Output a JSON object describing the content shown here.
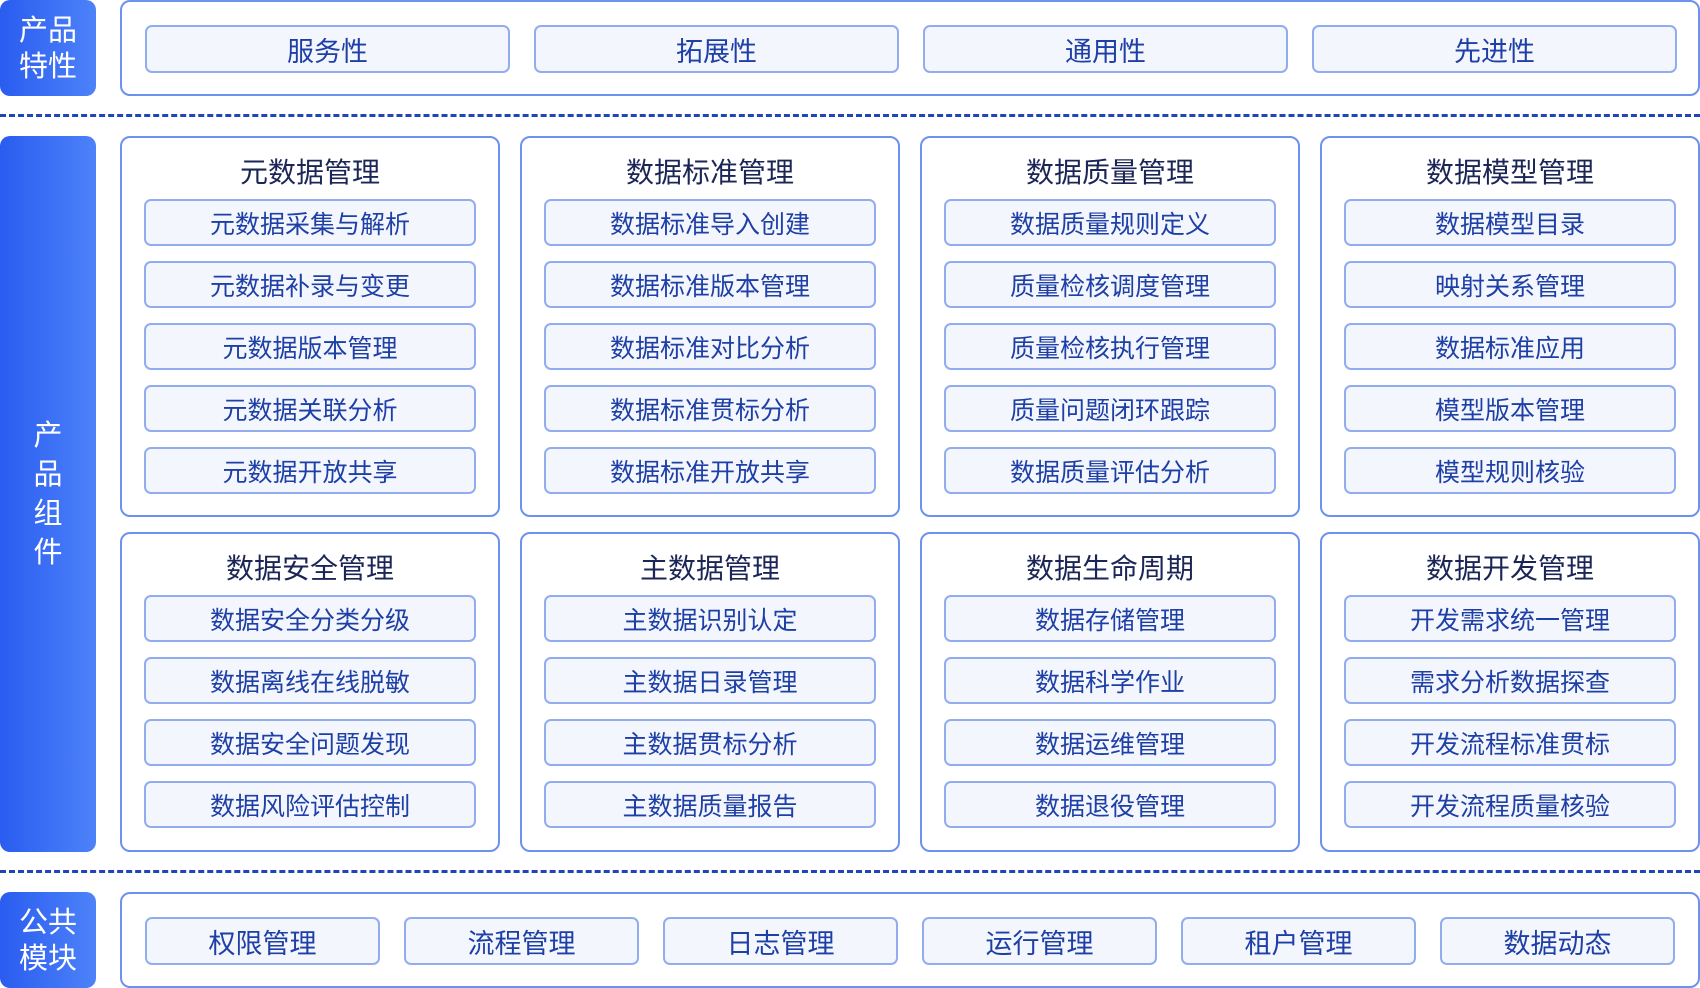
{
  "features": {
    "label": "产品特性",
    "items": [
      "服务性",
      "拓展性",
      "通用性",
      "先进性"
    ]
  },
  "components": {
    "label": "产品组件",
    "groups": [
      {
        "title": "元数据管理",
        "items": [
          "元数据采集与解析",
          "元数据补录与变更",
          "元数据版本管理",
          "元数据关联分析",
          "元数据开放共享"
        ]
      },
      {
        "title": "数据标准管理",
        "items": [
          "数据标准导入创建",
          "数据标准版本管理",
          "数据标准对比分析",
          "数据标准贯标分析",
          "数据标准开放共享"
        ]
      },
      {
        "title": "数据质量管理",
        "items": [
          "数据质量规则定义",
          "质量检核调度管理",
          "质量检核执行管理",
          "质量问题闭环跟踪",
          "数据质量评估分析"
        ]
      },
      {
        "title": "数据模型管理",
        "items": [
          "数据模型目录",
          "映射关系管理",
          "数据标准应用",
          "模型版本管理",
          "模型规则核验"
        ]
      },
      {
        "title": "数据安全管理",
        "items": [
          "数据安全分类分级",
          "数据离线在线脱敏",
          "数据安全问题发现",
          "数据风险评估控制"
        ]
      },
      {
        "title": "主数据管理",
        "items": [
          "主数据识别认定",
          "主数据日录管理",
          "主数据贯标分析",
          "主数据质量报告"
        ]
      },
      {
        "title": "数据生命周期",
        "items": [
          "数据存储管理",
          "数据科学作业",
          "数据运维管理",
          "数据退役管理"
        ]
      },
      {
        "title": "数据开发管理",
        "items": [
          "开发需求统一管理",
          "需求分析数据探查",
          "开发流程标准贯标",
          "开发流程质量核验"
        ]
      }
    ]
  },
  "common": {
    "label": "公共模块",
    "items": [
      "权限管理",
      "流程管理",
      "日志管理",
      "运行管理",
      "租户管理",
      "数据动态"
    ]
  },
  "colors": {
    "accent_gradient_start": "#2a5cf0",
    "accent_gradient_end": "#4d82f9",
    "panel_border": "#6d91ef",
    "chip_border": "#92acf0",
    "chip_bg": "#f3f6fd",
    "chip_text": "#1e3fa6",
    "title_text": "#1b2656",
    "divider": "#1f45b8"
  }
}
